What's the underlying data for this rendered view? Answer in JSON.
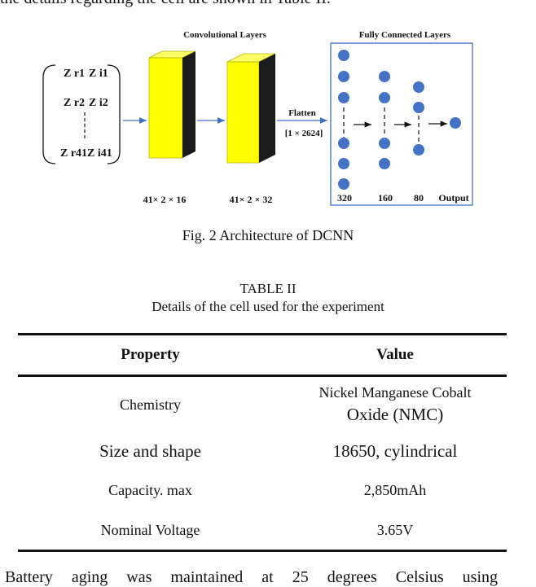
{
  "intro_text": "the details regarding the cell are shown in Table II.",
  "figure": {
    "conv_title": "Convolutional Layers",
    "fc_title": "Fully Connected Layers",
    "matrix_rows": [
      [
        "Z r1",
        "Z i1"
      ],
      [
        "Z r2",
        "Z i2"
      ],
      [
        "Z r41",
        "Z i41"
      ]
    ],
    "flatten_label": "Flatten",
    "flatten_size": "[1 × 2624]",
    "conv1_dims": "41× 2 × 16",
    "conv2_dims": "41× 2 × 32",
    "fc_labels": [
      "320",
      "160",
      "80",
      "Output"
    ],
    "caption": "Fig. 2 Architecture of DCNN"
  },
  "table": {
    "number": "TABLE II",
    "title": "Details of the cell used for the experiment",
    "headers": [
      "Property",
      "Value"
    ],
    "rows": [
      {
        "property": "Chemistry",
        "value_line1": "Nickel Manganese Cobalt",
        "value_line2": "Oxide (NMC)"
      },
      {
        "property": "Size and shape",
        "value": "18650, cylindrical"
      },
      {
        "property": "Capacity. max",
        "value": "2,850mAh"
      },
      {
        "property": "Nominal Voltage",
        "value": "3.65V"
      }
    ]
  },
  "outro_text": "Battery aging was maintained at 25 degrees Celsius using"
}
